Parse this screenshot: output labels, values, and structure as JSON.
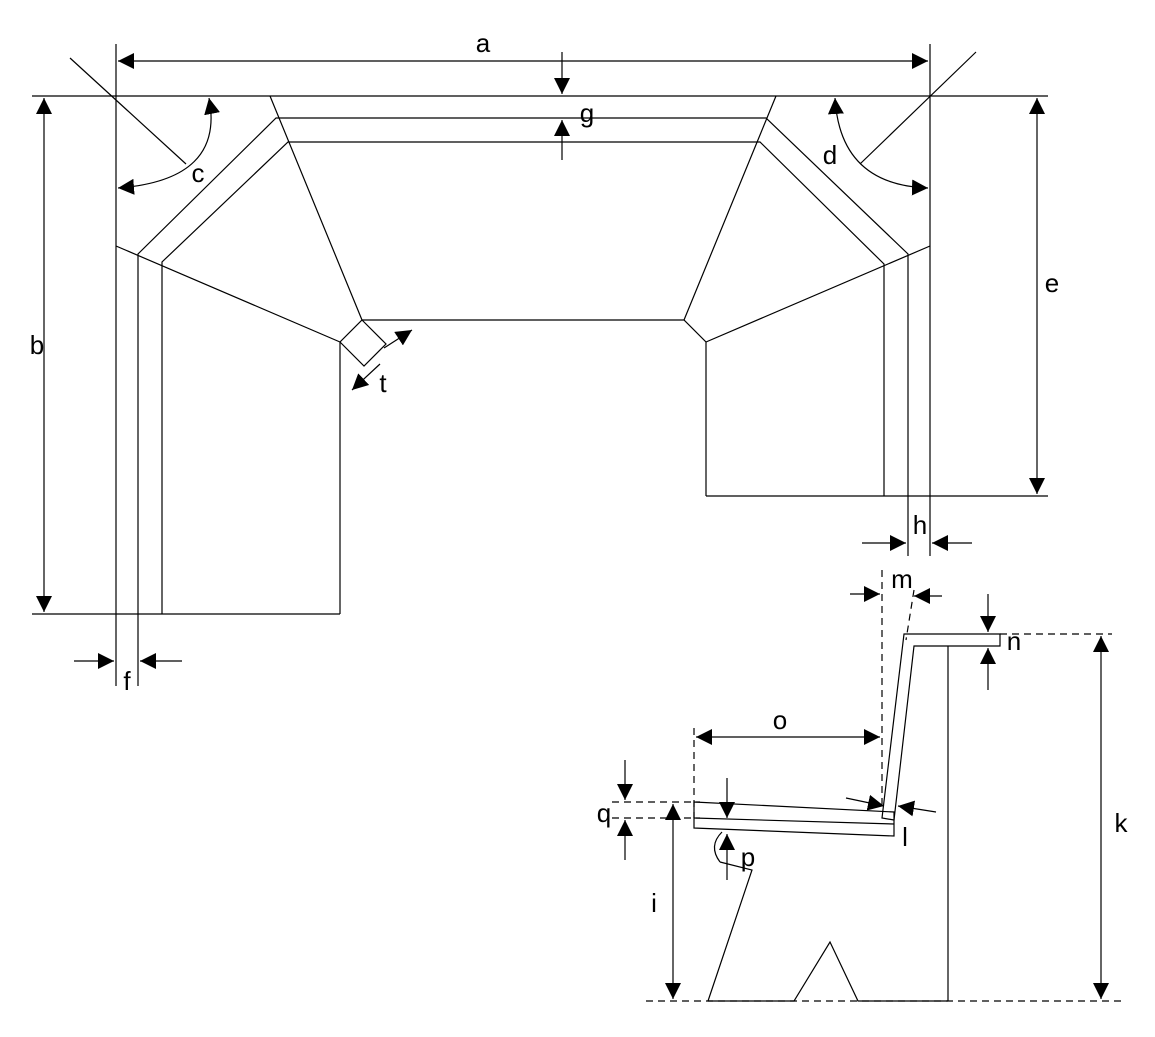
{
  "diagram": {
    "labels": {
      "a": "a",
      "b": "b",
      "c": "c",
      "d": "d",
      "e": "e",
      "f": "f",
      "g": "g",
      "h": "h",
      "i": "i",
      "k": "k",
      "l": "l",
      "m": "m",
      "n": "n",
      "o": "o",
      "p": "p",
      "q": "q",
      "t": "t"
    },
    "colors": {
      "line": "#000000",
      "background": "#ffffff"
    }
  }
}
